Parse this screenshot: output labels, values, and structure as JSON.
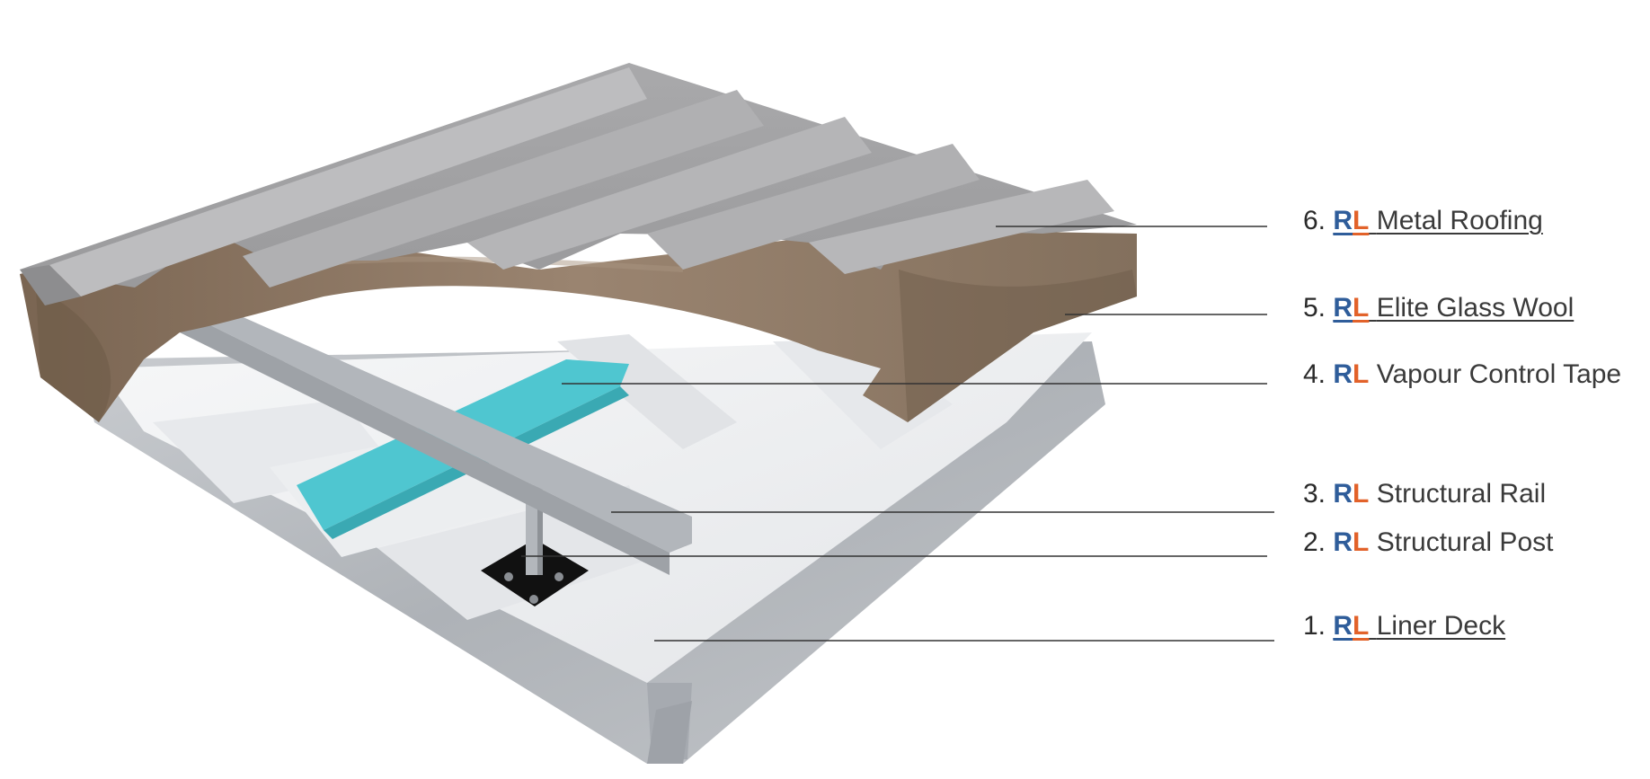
{
  "colors": {
    "brand_r": "#2f5d9a",
    "brand_l": "#e2622a",
    "roof_metal": "#a6a6a8",
    "roof_metal_dark": "#8c8c8e",
    "wool": "#8a7561",
    "wool_dark": "#6e5b48",
    "liner": "#f2f3f4",
    "liner_shadow": "#d9dbde",
    "galvanised": "#b9bdc2",
    "tape": "#4fc6d0",
    "leader": "#333333"
  },
  "labels": [
    {
      "id": "metal-roofing",
      "number": "6.",
      "brand_r": "R",
      "brand_l": "L",
      "text": "Metal Roofing",
      "linked": true
    },
    {
      "id": "elite-glass-wool",
      "number": "5.",
      "brand_r": "R",
      "brand_l": "L",
      "text": "Elite Glass Wool",
      "linked": true
    },
    {
      "id": "vapour-control-tape",
      "number": "4.",
      "brand_r": "R",
      "brand_l": "L",
      "text": "Vapour Control Tape",
      "linked": false
    },
    {
      "id": "structural-rail",
      "number": "3.",
      "brand_r": "R",
      "brand_l": "L",
      "text": "Structural Rail",
      "linked": false
    },
    {
      "id": "structural-post",
      "number": "2.",
      "brand_r": "R",
      "brand_l": "L",
      "text": "Structural Post",
      "linked": false
    },
    {
      "id": "liner-deck",
      "number": "1.",
      "brand_r": "R",
      "brand_l": "L",
      "text": "Liner Deck",
      "linked": true
    }
  ]
}
